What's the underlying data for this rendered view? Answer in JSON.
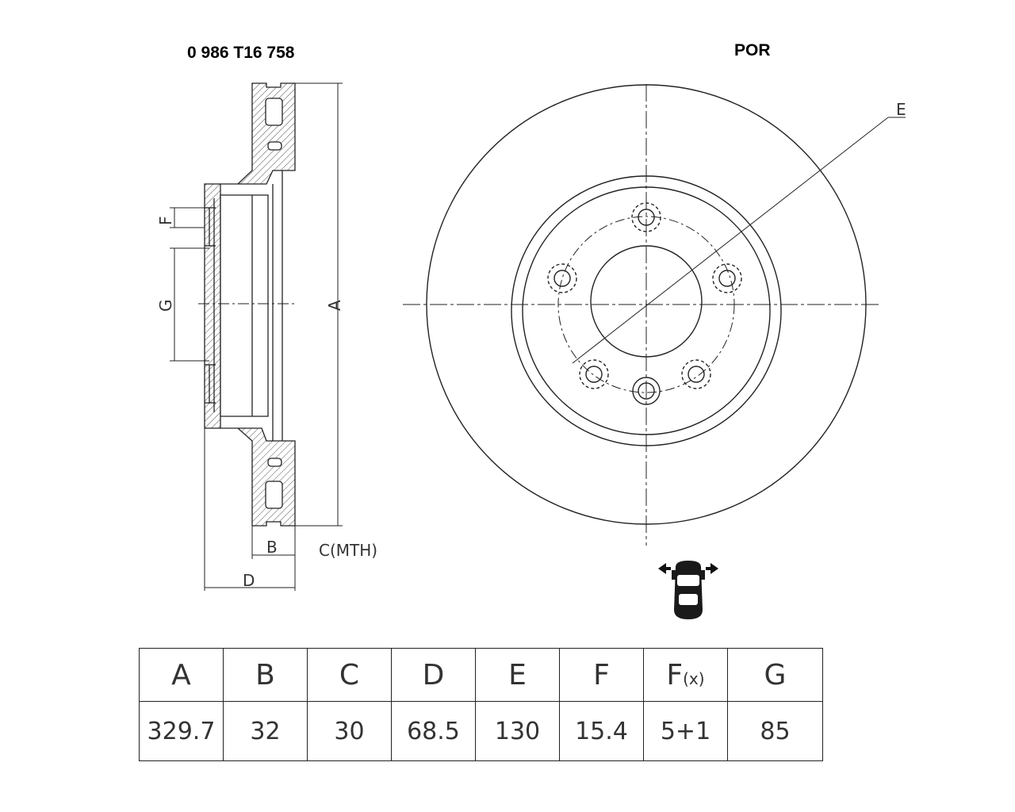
{
  "header": {
    "part_number": "0 986 T16 758",
    "brand_code": "POR"
  },
  "section_labels": {
    "A": "A",
    "B": "B",
    "C": "C(MTH)",
    "D": "D",
    "E": "E",
    "F": "F",
    "G": "G"
  },
  "icon": "front-axle-car-icon",
  "colors": {
    "line": "#222222",
    "text": "#333333"
  },
  "spec_table": {
    "headers": [
      "A",
      "B",
      "C",
      "D",
      "E",
      "F",
      "F",
      "G"
    ],
    "header_subscript": {
      "index": 6,
      "text": "(x)"
    },
    "values": [
      "329.7",
      "32",
      "30",
      "68.5",
      "130",
      "15.4",
      "5+1",
      "85"
    ]
  }
}
